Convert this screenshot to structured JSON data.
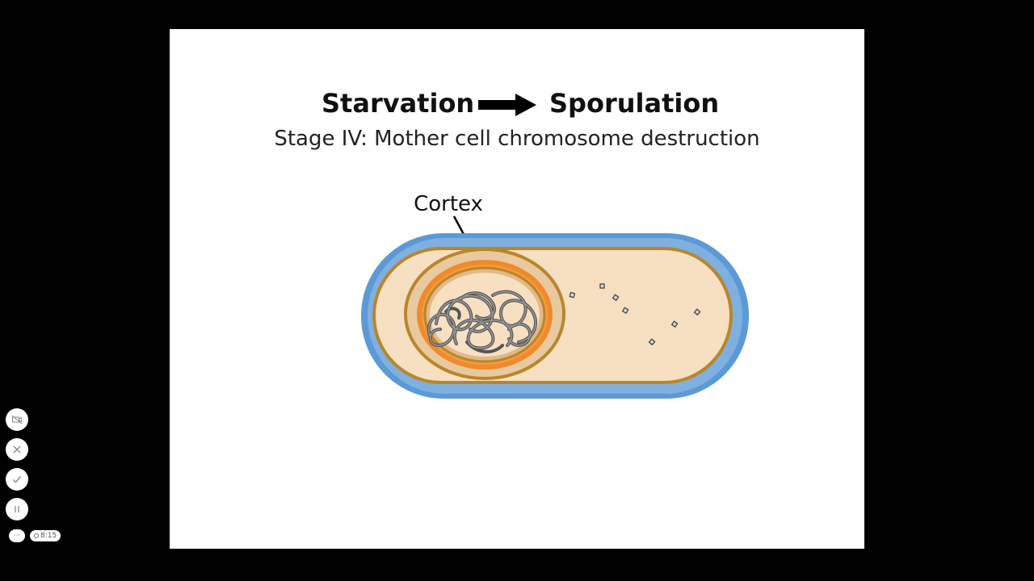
{
  "slide": {
    "title_left": "Starvation",
    "title_right": "Sporulation",
    "subtitle": "Stage IV: Mother cell chromosome destruction",
    "label_cortex": "Cortex"
  },
  "colors": {
    "outer_wall": "#5b9ad6",
    "membrane": "#b8862a",
    "cytoplasm": "#f7dfc2",
    "forespore_outer": "#e9c9a0",
    "cortex": "#f08a2a",
    "dna": "#666666"
  },
  "controls": {
    "items": [
      "camera-off-icon",
      "close-icon",
      "check-icon",
      "pause-icon"
    ],
    "more_label": "···",
    "timer_label": "8:15"
  }
}
